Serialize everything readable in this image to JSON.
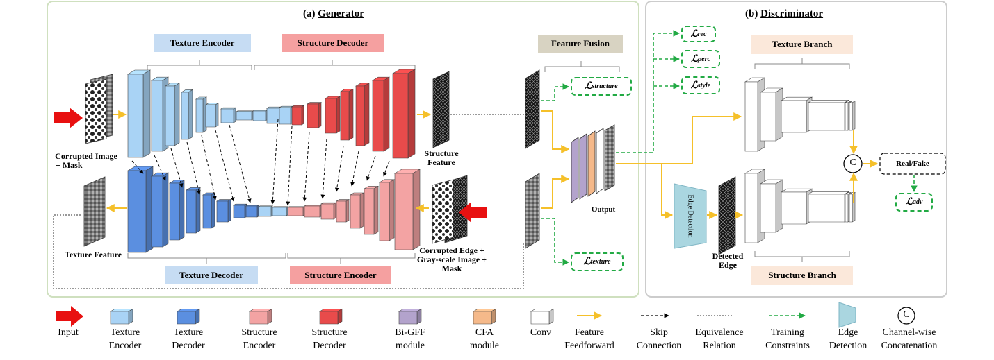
{
  "generator": {
    "prefix": "(a)",
    "title": "Generator",
    "texture_encoder": "Texture Encoder",
    "structure_decoder": "Structure Decoder",
    "texture_decoder": "Texture Decoder",
    "structure_encoder": "Structure Encoder",
    "feature_fusion": "Feature Fusion",
    "corrupted_image": "Corrupted  Image",
    "corrupted_image_2": "+ Mask",
    "structure_feature": "Structure",
    "structure_feature_2": "Feature",
    "texture_feature": "Texture  Feature",
    "corrupted_edge": "Corrupted  Edge +",
    "corrupted_edge_2": "Gray-scale Image +",
    "corrupted_edge_3": "Mask",
    "output": "Output"
  },
  "discriminator": {
    "prefix": "(b)",
    "title": "Discriminator",
    "texture_branch": "Texture Branch",
    "structure_branch": "Structure Branch",
    "edge_detection": "Edge Detection",
    "detected_edge": "Detected",
    "detected_edge_2": "Edge",
    "real_fake": "Real/Fake",
    "concat_symbol": "C"
  },
  "losses": {
    "rec": "rec",
    "perc": "perc",
    "style": "style",
    "structure": "structure",
    "texture": "texture",
    "adv": "adv",
    "symbol": "ℒ"
  },
  "legend": [
    {
      "line1": "Input",
      "line2": ""
    },
    {
      "line1": "Texture",
      "line2": "Encoder"
    },
    {
      "line1": "Texture",
      "line2": "Decoder"
    },
    {
      "line1": "Structure",
      "line2": "Encoder"
    },
    {
      "line1": "Structure",
      "line2": "Decoder"
    },
    {
      "line1": "Bi-GFF",
      "line2": "module"
    },
    {
      "line1": "CFA",
      "line2": "module"
    },
    {
      "line1": "Conv",
      "line2": ""
    },
    {
      "line1": "Feature",
      "line2": "Feedforward"
    },
    {
      "line1": "Skip",
      "line2": "Connection"
    },
    {
      "line1": "Equivalence",
      "line2": "Relation"
    },
    {
      "line1": "Training",
      "line2": "Constraints"
    },
    {
      "line1": "Edge",
      "line2": "Detection"
    },
    {
      "line1": "Channel-wise",
      "line2": "Concatenation"
    }
  ],
  "colors": {
    "texture_encoder": "#a9d3f5",
    "texture_decoder": "#5b8fe0",
    "structure_encoder": "#f3a3a3",
    "structure_decoder": "#e84b4b",
    "bigff": "#b3a3cc",
    "cfa": "#f5b98a",
    "conv": "#ffffff",
    "feedforward": "#f5c02a",
    "training": "#22aa44",
    "edge_detection": "#aad6e0",
    "input_arrow": "#e81010",
    "generator_border": "#cfe0bf",
    "discriminator_border": "#cccccc"
  }
}
